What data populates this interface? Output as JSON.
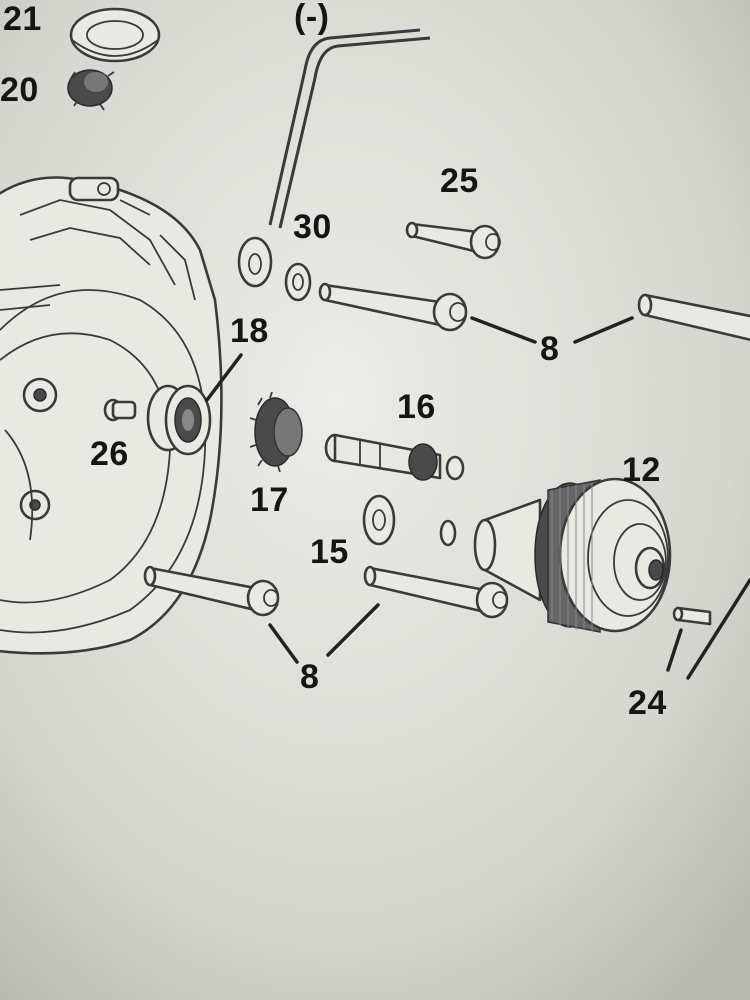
{
  "diagram": {
    "callouts": {
      "c21": "21",
      "c20": "20",
      "cneg": "(-)",
      "c25": "25",
      "c30": "30",
      "c8a": "8",
      "c18": "18",
      "c16": "16",
      "c26": "26",
      "c17": "17",
      "c12": "12",
      "c15": "15",
      "c8b": "8",
      "c24": "24"
    },
    "colors": {
      "paper": "#dcdcd6",
      "ink": "#151515",
      "line": "#3a3a3a"
    }
  }
}
